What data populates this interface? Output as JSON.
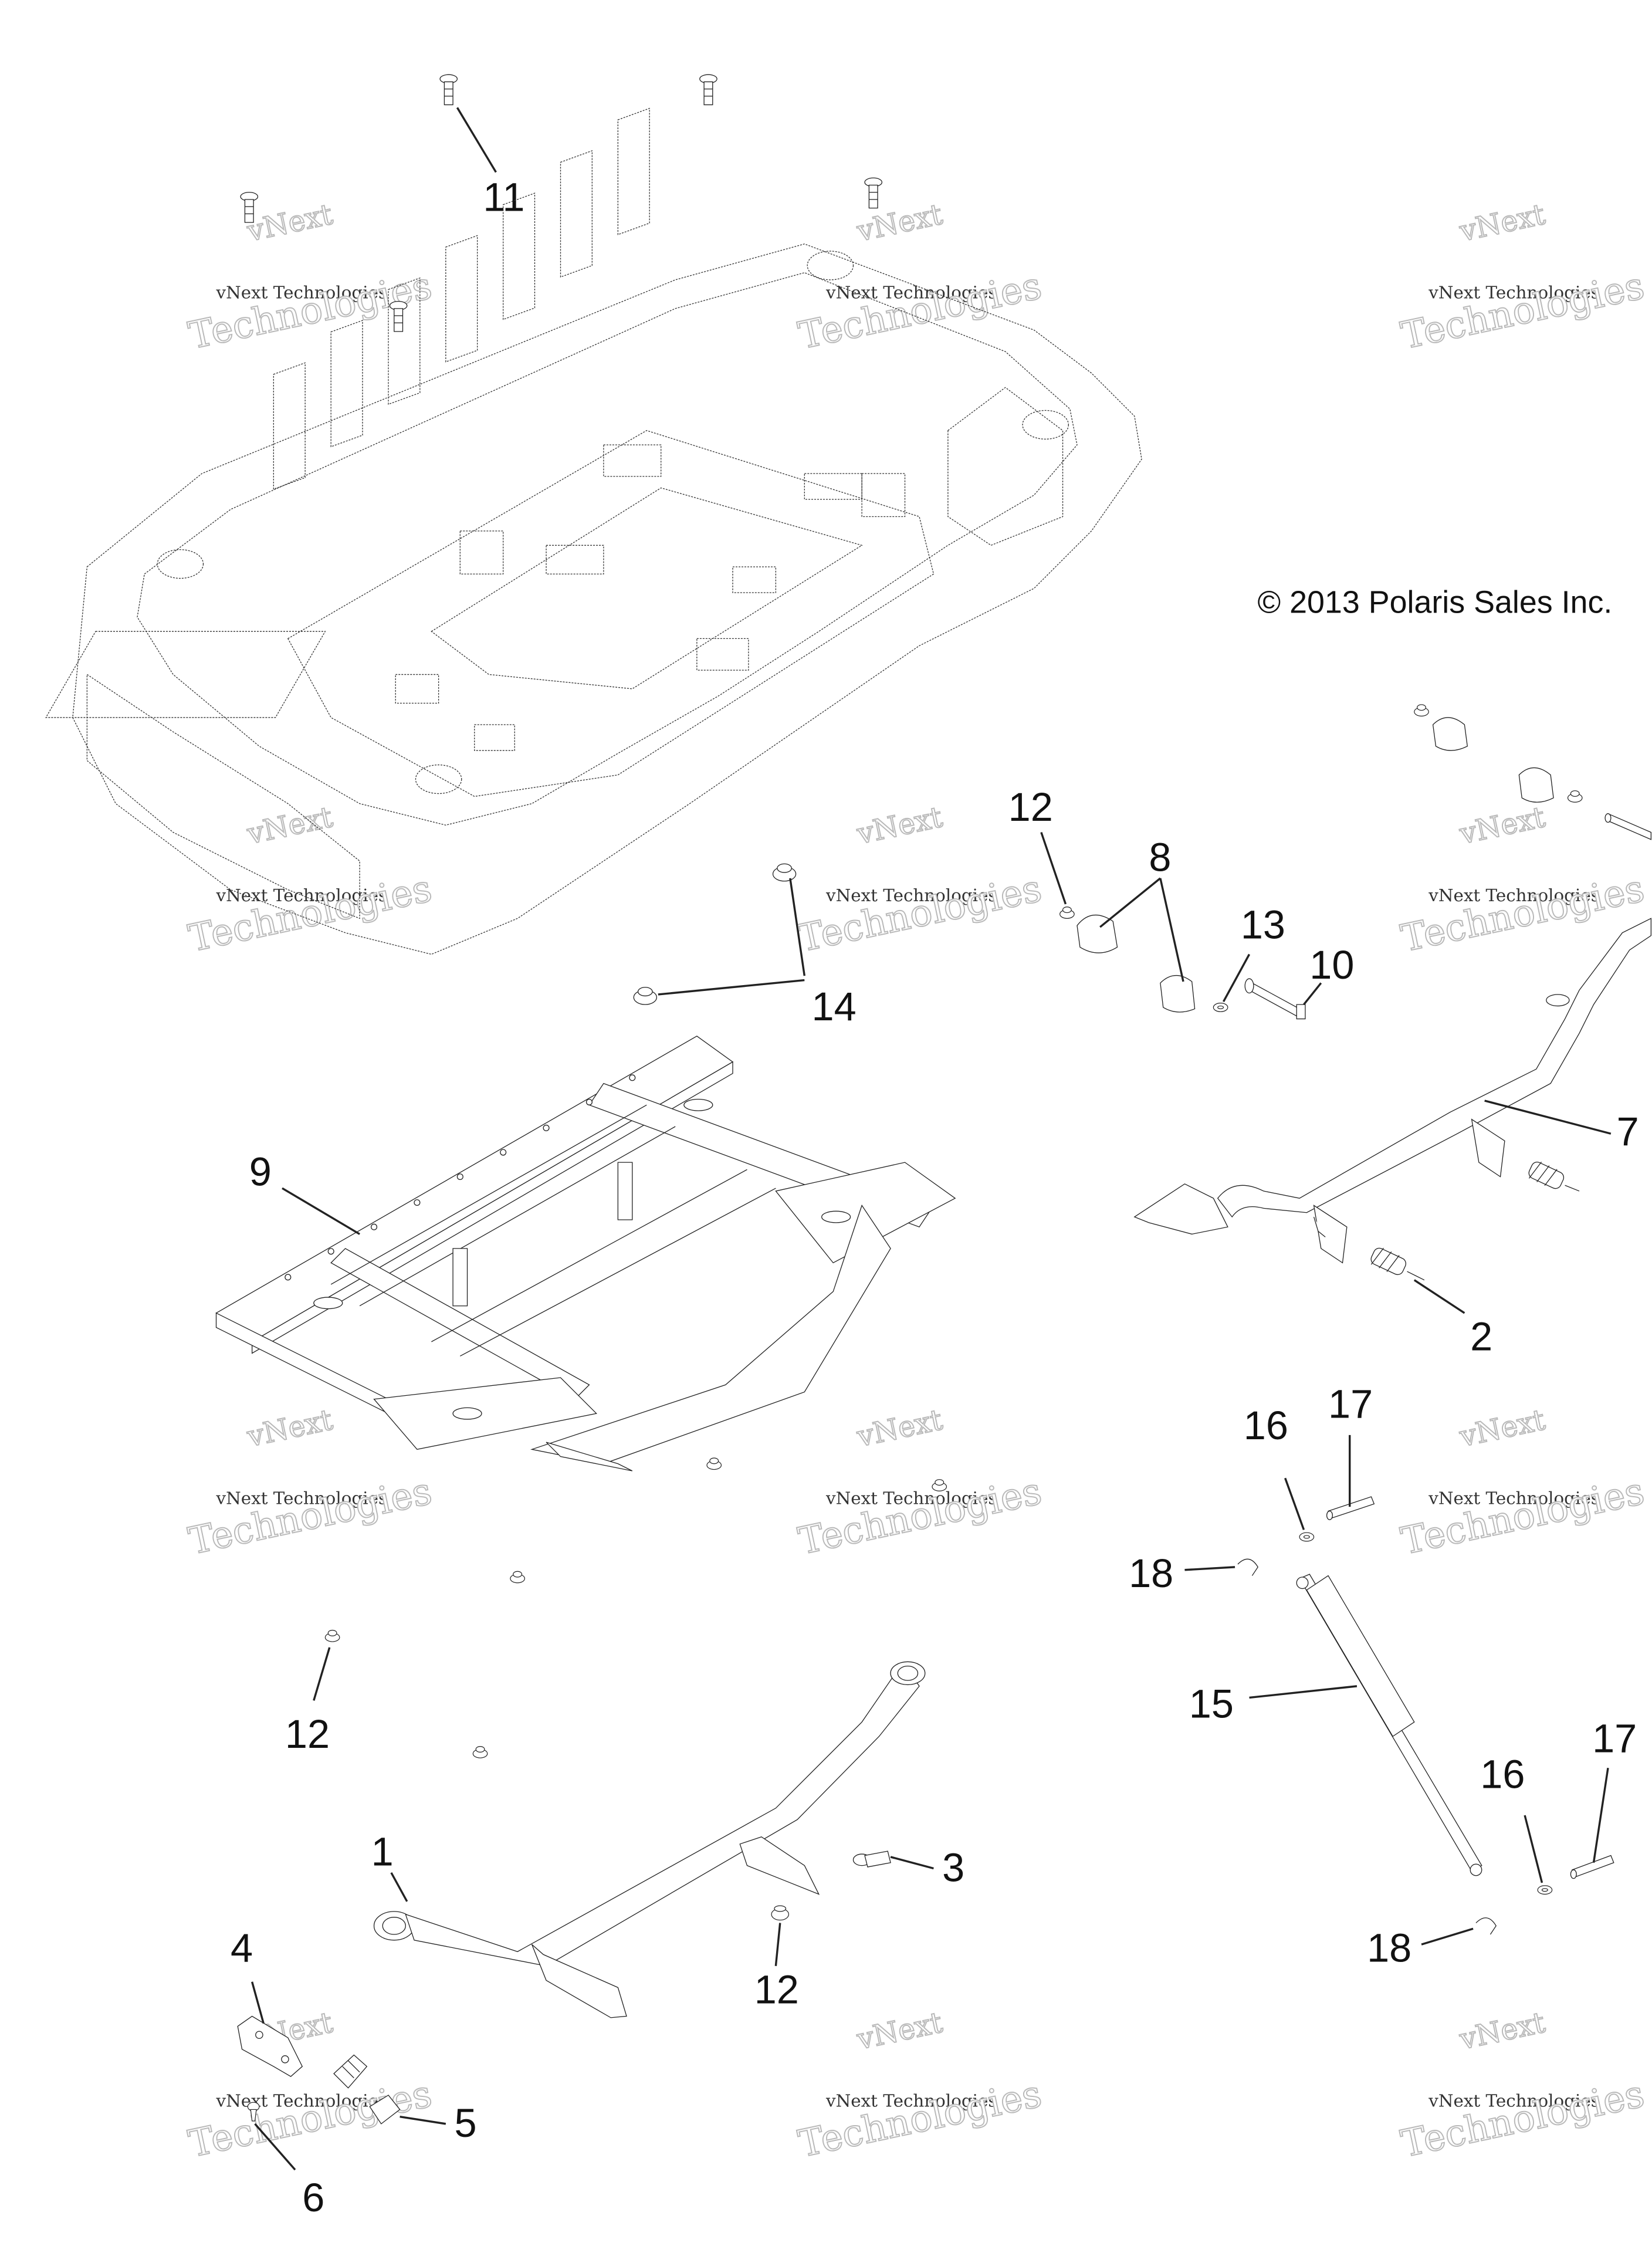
{
  "copyright": "© 2013 Polaris Sales Inc.",
  "watermark": {
    "line1": "vNext",
    "line2": "vNext Technologies",
    "line3": "Technologies"
  },
  "callouts": {
    "c1": "1",
    "c2": "2",
    "c3": "3",
    "c4": "4",
    "c5": "5",
    "c6": "6",
    "c7": "7",
    "c8": "8",
    "c9": "9",
    "c10": "10",
    "c11": "11",
    "c12a": "12",
    "c12b": "12",
    "c12c": "12",
    "c13": "13",
    "c14": "14",
    "c15": "15",
    "c16a": "16",
    "c16b": "16",
    "c17a": "17",
    "c17b": "17",
    "c18a": "18",
    "c18b": "18"
  }
}
